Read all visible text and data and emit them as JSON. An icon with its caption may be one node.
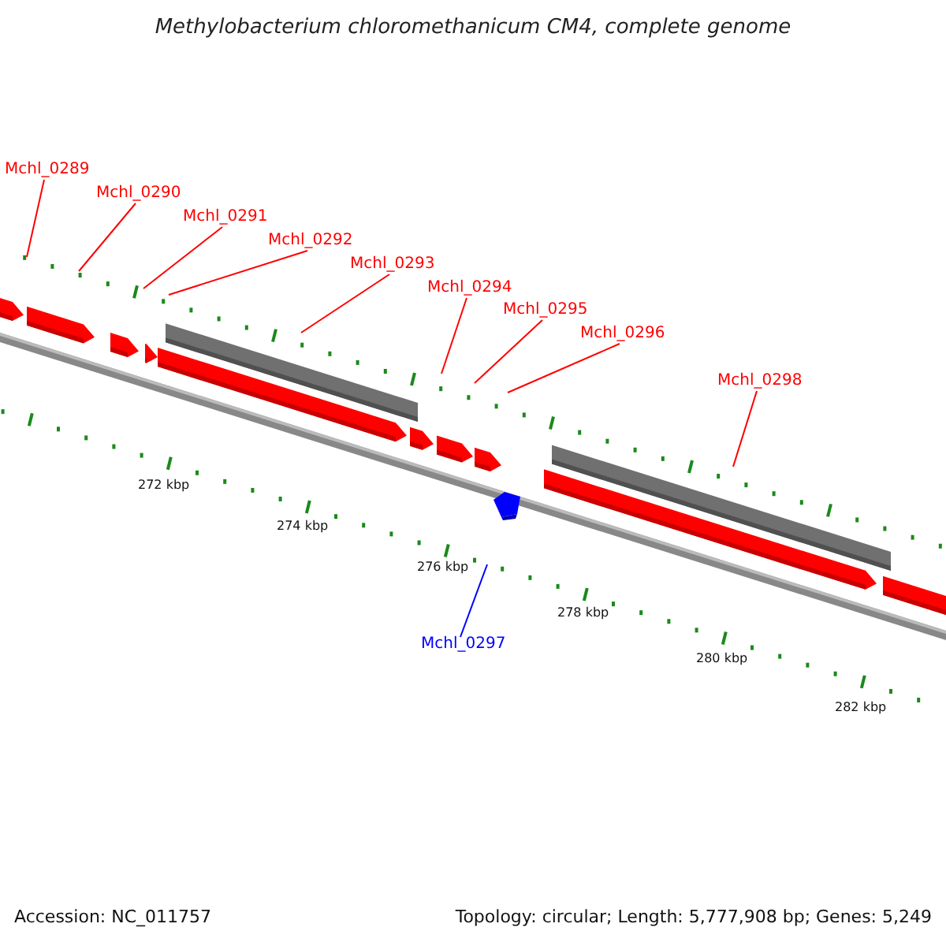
{
  "diagram": {
    "title": "Methylobacterium chloromethanicum CM4, complete genome",
    "nodes": [
      {
        "text": [
          "Mchl_0289"
        ]
      },
      {
        "text": [
          "Mchl_0290"
        ]
      },
      {
        "text": [
          "Mchl_0291"
        ]
      },
      {
        "text": [
          "Mchl_0292"
        ]
      },
      {
        "text": [
          "Mchl_0293"
        ]
      },
      {
        "text": [
          "Mchl_0294"
        ]
      },
      {
        "text": [
          "Mchl_0295"
        ]
      },
      {
        "text": [
          "Mchl_0296"
        ]
      },
      {
        "text": [
          "Mchl_0298"
        ]
      },
      {
        "text": [
          "Mchl_0297"
        ]
      }
    ],
    "edges": [
      {
        "from": 0,
        "to": null,
        "arrow": "none"
      },
      {
        "from": 1,
        "to": null,
        "arrow": "none"
      },
      {
        "from": 2,
        "to": null,
        "arrow": "none"
      },
      {
        "from": 3,
        "to": null,
        "arrow": "none"
      },
      {
        "from": 4,
        "to": null,
        "arrow": "none"
      },
      {
        "from": 5,
        "to": null,
        "arrow": "none"
      },
      {
        "from": 6,
        "to": null,
        "arrow": "none"
      },
      {
        "from": 7,
        "to": null,
        "arrow": "none"
      },
      {
        "from": 8,
        "to": null,
        "arrow": "none"
      },
      {
        "from": 9,
        "to": null,
        "arrow": "none",
        "color": "#0000ff"
      }
    ],
    "labels": [
      "272 kbp",
      "274 kbp",
      "276 kbp",
      "278 kbp",
      "280 kbp",
      "282 kbp",
      "Accession: NC_011757",
      "Topology: circular; Length: 5,777,908 bp; Genes: 5,249"
    ]
  }
}
